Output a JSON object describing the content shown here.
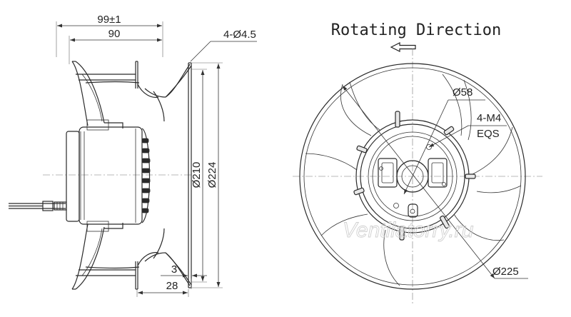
{
  "title": "Rotating Direction",
  "side_view": {
    "dims": {
      "overall_length": "99±1",
      "length": "90",
      "holes": "4-Ø4.5",
      "bore_diameter": "Ø210",
      "flange_diameter": "Ø224",
      "flange_thickness": "3",
      "inlet_depth": "28"
    }
  },
  "front_view": {
    "dims": {
      "hub_diameter": "Ø58",
      "thread": "4-M4",
      "thread_note": "EQS",
      "impeller_diameter": "Ø225"
    },
    "blade_count": 7
  },
  "watermark": "Ventilatorry.ru"
}
